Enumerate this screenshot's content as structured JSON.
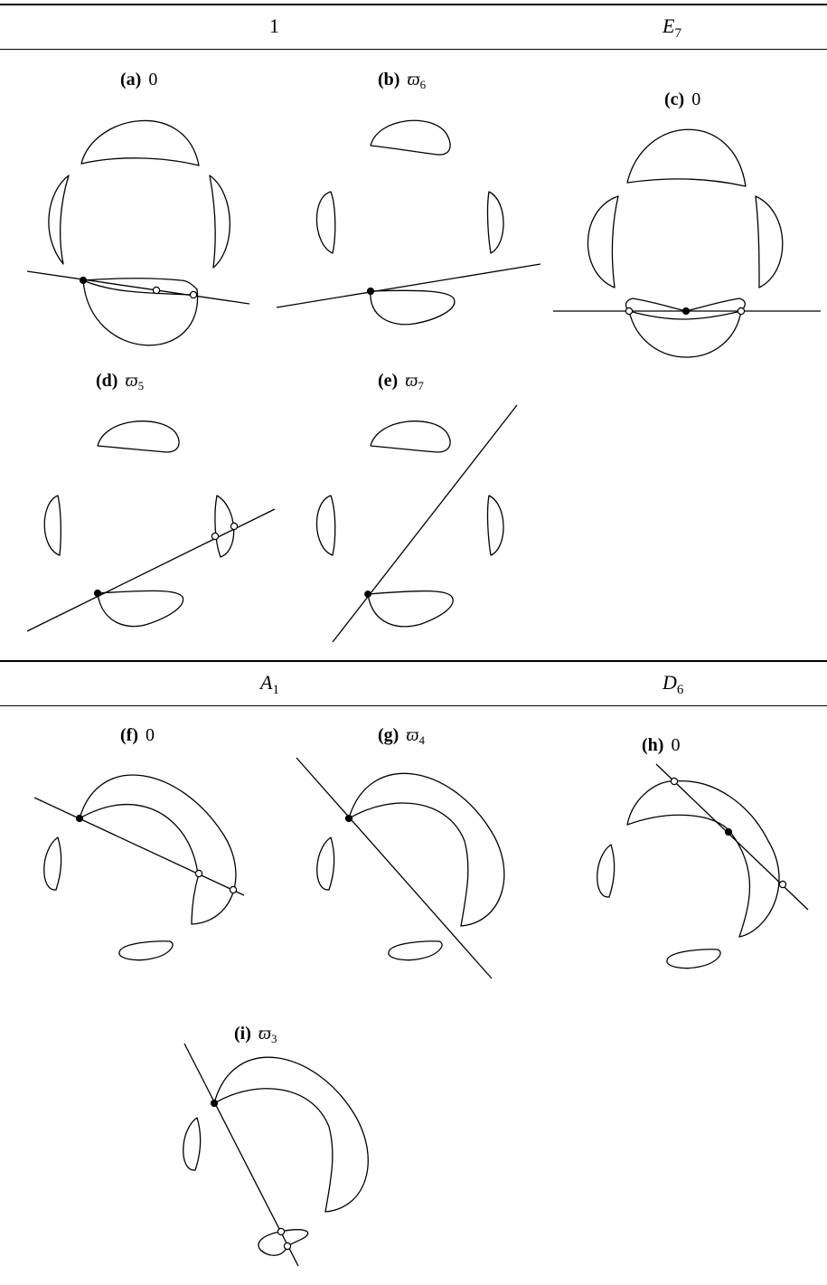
{
  "sections": [
    {
      "header_left": "1",
      "header_right": {
        "symbol": "E",
        "subscript": "7"
      }
    },
    {
      "header_left": {
        "symbol": "A",
        "subscript": "1"
      },
      "header_right": {
        "symbol": "D",
        "subscript": "6"
      }
    }
  ],
  "panels": [
    {
      "id": "a",
      "label": "(a)",
      "value": "0"
    },
    {
      "id": "b",
      "label": "(b)",
      "value": "ϖ",
      "value_sub": "6"
    },
    {
      "id": "c",
      "label": "(c)",
      "value": "0"
    },
    {
      "id": "d",
      "label": "(d)",
      "value": "ϖ",
      "value_sub": "5"
    },
    {
      "id": "e",
      "label": "(e)",
      "value": "ϖ",
      "value_sub": "7"
    },
    {
      "id": "f",
      "label": "(f)",
      "value": "0"
    },
    {
      "id": "g",
      "label": "(g)",
      "value": "ϖ",
      "value_sub": "4"
    },
    {
      "id": "h",
      "label": "(h)",
      "value": "0"
    },
    {
      "id": "i",
      "label": "(i)",
      "value": "ϖ",
      "value_sub": "3"
    }
  ]
}
